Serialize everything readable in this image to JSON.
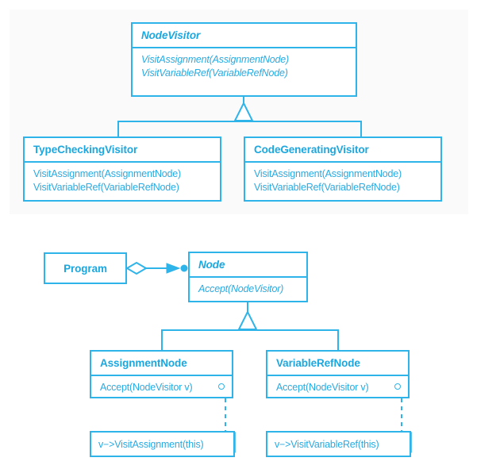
{
  "diagram": {
    "title": "Visitor pattern UML class diagram",
    "stroke_color": "#2fb4e9",
    "text_color": "#28abe3",
    "panel_bg": "#fafafa",
    "note_fold_fill": "#bfe6f7"
  },
  "visitor_hierarchy": {
    "base": {
      "name": "NodeVisitor",
      "abstract": true,
      "operations": [
        "VisitAssignment(AssignmentNode)",
        "VisitVariableRef(VariableRefNode)"
      ]
    },
    "subclasses": [
      {
        "name": "TypeCheckingVisitor",
        "abstract": false,
        "operations": [
          "VisitAssignment(AssignmentNode)",
          "VisitVariableRef(VariableRefNode)"
        ]
      },
      {
        "name": "CodeGeneratingVisitor",
        "abstract": false,
        "operations": [
          "VisitAssignment(AssignmentNode)",
          "VisitVariableRef(VariableRefNode)"
        ]
      }
    ]
  },
  "node_hierarchy": {
    "client": {
      "name": "Program"
    },
    "base": {
      "name": "Node",
      "abstract": true,
      "operations": [
        "Accept(NodeVisitor)"
      ]
    },
    "subclasses": [
      {
        "name": "AssignmentNode",
        "abstract": false,
        "operations": [
          "Accept(NodeVisitor v)"
        ],
        "note": "v−>VisitAssignment(this)"
      },
      {
        "name": "VariableRefNode",
        "abstract": false,
        "operations": [
          "Accept(NodeVisitor v)"
        ],
        "note": "v−>VisitVariableRef(this)"
      }
    ]
  },
  "relationships": {
    "aggregation_label": "",
    "program_to_node": "aggregation",
    "visitor_generalization": "generalization",
    "node_generalization": "generalization"
  }
}
